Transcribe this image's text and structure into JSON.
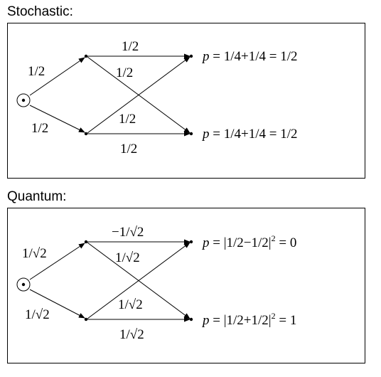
{
  "stochastic": {
    "title": "Stochastic:",
    "edge_labels": {
      "start_top": "1/2",
      "start_bottom": "1/2",
      "top_straight": "1/2",
      "top_cross": "1/2",
      "bottom_cross": "1/2",
      "bottom_straight": "1/2"
    },
    "outcomes": {
      "top": {
        "var": "p",
        "expr": " = 1/4+1/4 = 1/2"
      },
      "bottom": {
        "var": "p",
        "expr": " = 1/4+1/4 = 1/2"
      }
    }
  },
  "quantum": {
    "title": "Quantum:",
    "edge_labels": {
      "start_top": "1/√2",
      "start_bottom": "1/√2",
      "top_straight": "−1/√2",
      "top_cross": "1/√2",
      "bottom_cross": "1/√2",
      "bottom_straight": "1/√2"
    },
    "outcomes": {
      "top": {
        "var": "p",
        "expr_pre": " = |1/2−1/2|",
        "exp": "2",
        "expr_post": " = 0"
      },
      "bottom": {
        "var": "p",
        "expr_pre": " = |1/2+1/2|",
        "exp": "2",
        "expr_post": " = 1"
      }
    }
  }
}
